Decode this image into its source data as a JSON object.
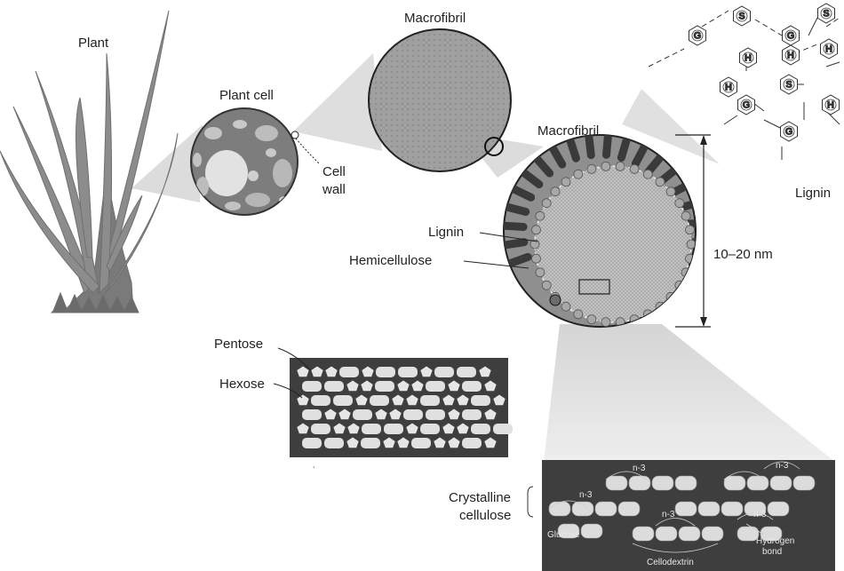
{
  "labels": {
    "plant": "Plant",
    "plant_cell": "Plant cell",
    "cell_wall_line1": "Cell",
    "cell_wall_line2": "wall",
    "macrofibril_top": "Macrofibril",
    "macrofibril_right": "Macrofibril",
    "lignin_chem": "Lignin",
    "lignin": "Lignin",
    "hemicellulose": "Hemicellulose",
    "dimension": "10–20 nm",
    "pentose": "Pentose",
    "hexose": "Hexose",
    "crystalline_line1": "Crystalline",
    "crystalline_line2": "cellulose",
    "glucose": "Glucose",
    "cellodextrin": "Cellodextrin",
    "hydrogen_line1": "Hydrogen",
    "hydrogen_line2": "bond",
    "n3": "n-3"
  },
  "lignin_units": [
    "G",
    "S",
    "G",
    "H",
    "H",
    "S",
    "G",
    "H",
    "G",
    "H",
    "S",
    "H"
  ],
  "colors": {
    "dark_panel": "#3e3e3e",
    "mid_grey": "#8a8a8a",
    "light_grey": "#d8d8d8",
    "plant_grey": "#8c8c8c"
  }
}
